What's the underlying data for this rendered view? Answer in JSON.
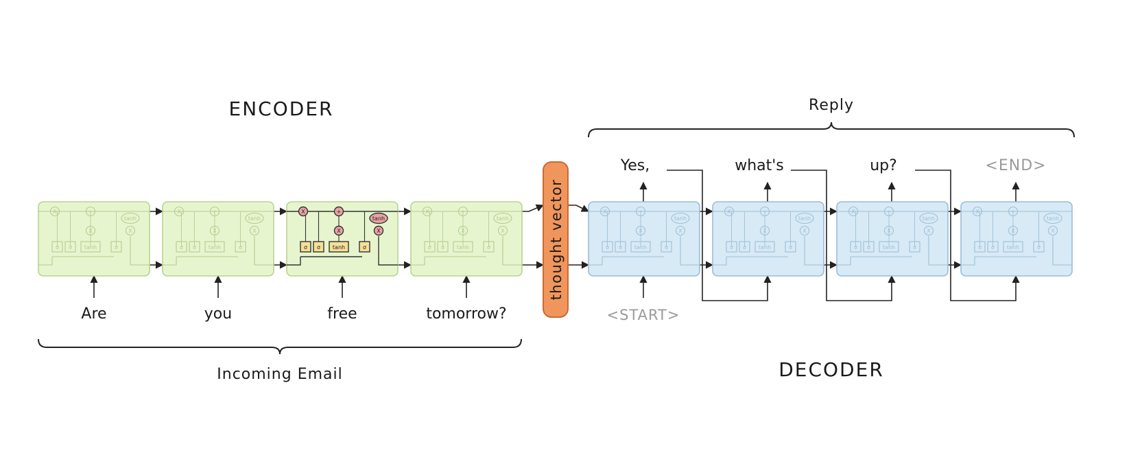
{
  "encoder": {
    "title": "ENCODER",
    "inputs": [
      "Are",
      "you",
      "free",
      "tomorrow?"
    ],
    "brace_label": "Incoming Email"
  },
  "thought_vector": {
    "label": "thought vector"
  },
  "decoder": {
    "title": "DECODER",
    "inputs": [
      "<START>"
    ],
    "outputs": [
      "Yes,",
      "what's",
      "up?",
      "<END>"
    ],
    "brace_label": "Reply"
  },
  "cell": {
    "gates": [
      "σ",
      "σ",
      "tanh",
      "σ"
    ],
    "ops": [
      "X",
      "+",
      "X",
      "X"
    ],
    "tanh": "tanh"
  },
  "colors": {
    "encoder_fill": "#e7f5cf",
    "encoder_stroke": "#b9d48f",
    "decoder_fill": "#d7eaf6",
    "decoder_stroke": "#9bbdd6",
    "thought_fill": "#f0965c",
    "thought_stroke": "#c86a32",
    "highlight_op_fill": "#e9a3a3",
    "highlight_gate_fill": "#f6df96",
    "token_gray": "#9a9a9a"
  }
}
